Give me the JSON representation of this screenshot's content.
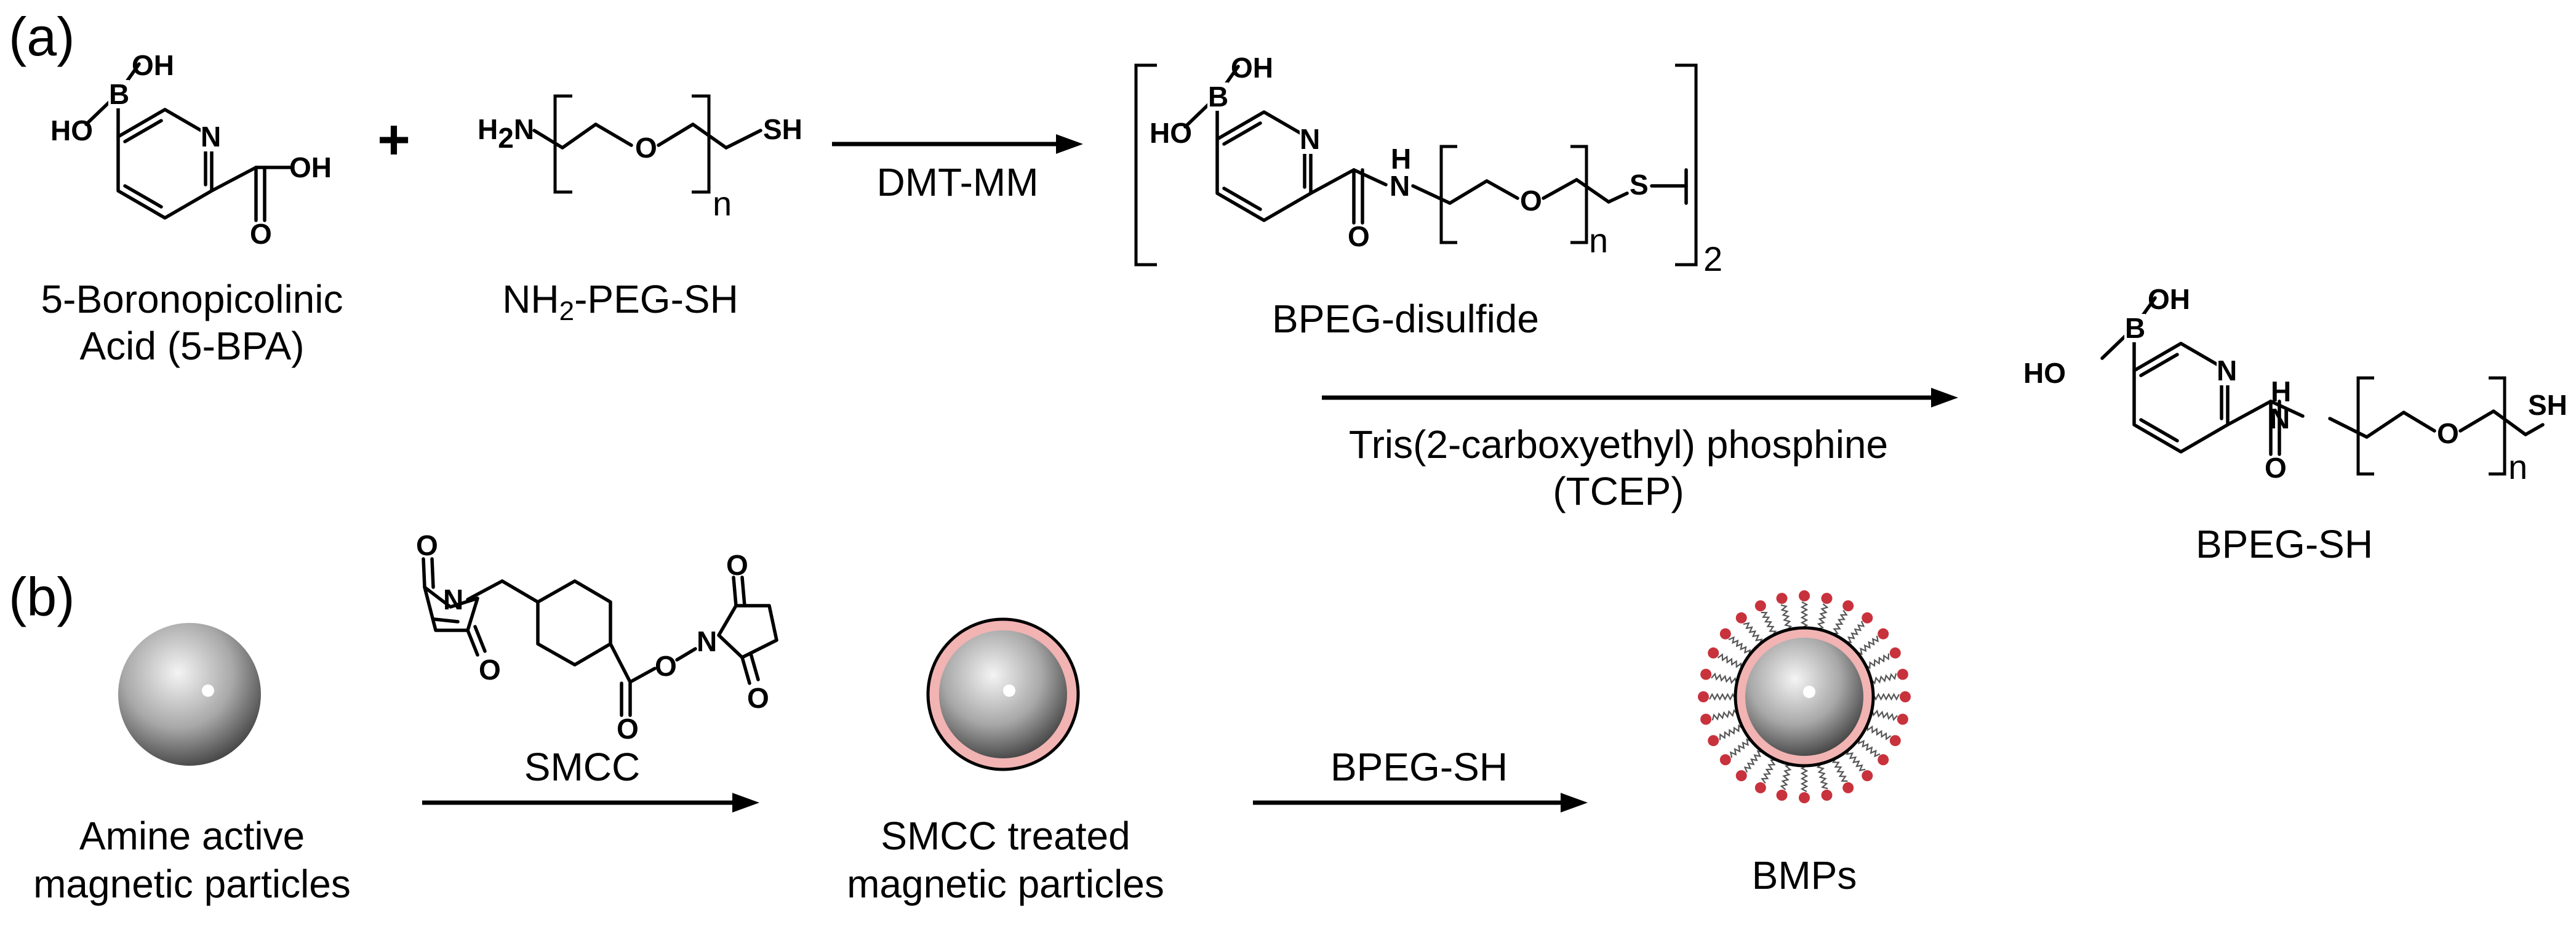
{
  "panels": {
    "a": "(a)",
    "b": "(b)"
  },
  "reaction_a": {
    "reactant1": {
      "name_line1": "5-Boronopicolinic",
      "name_line2": "Acid (5-BPA)"
    },
    "plus": "+",
    "reactant2": {
      "name_prefix": "NH",
      "name_sub": "2",
      "name_suffix": "-PEG-SH"
    },
    "reagent1": "DMT-MM",
    "product1": {
      "name": "BPEG-disulfide",
      "dimer_subscript": "2"
    },
    "reagent2_line1": "Tris(2-carboxyethyl) phosphine",
    "reagent2_line2": "(TCEP)",
    "product2": {
      "name": "BPEG-SH"
    },
    "atoms": {
      "oh": "OH",
      "ho": "HO",
      "b": "B",
      "n": "N",
      "o": "O",
      "h": "H",
      "sh": "SH",
      "s": "S",
      "h2n": "H2N",
      "repeat_n": "n"
    }
  },
  "reaction_b": {
    "particle1": {
      "line1": "Amine active",
      "line2": "magnetic particles"
    },
    "reagent1": "SMCC",
    "particle2": {
      "line1": "SMCC treated",
      "line2": "magnetic particles"
    },
    "reagent2": "BPEG-SH",
    "particle3": {
      "name": "BMPs"
    }
  },
  "colors": {
    "ink": "#000000",
    "sphere_light": "#f4f4f4",
    "sphere_dark": "#3c3c3c",
    "smcc_shell": "#f2b3b3",
    "ligand_dot": "#c8323c"
  }
}
